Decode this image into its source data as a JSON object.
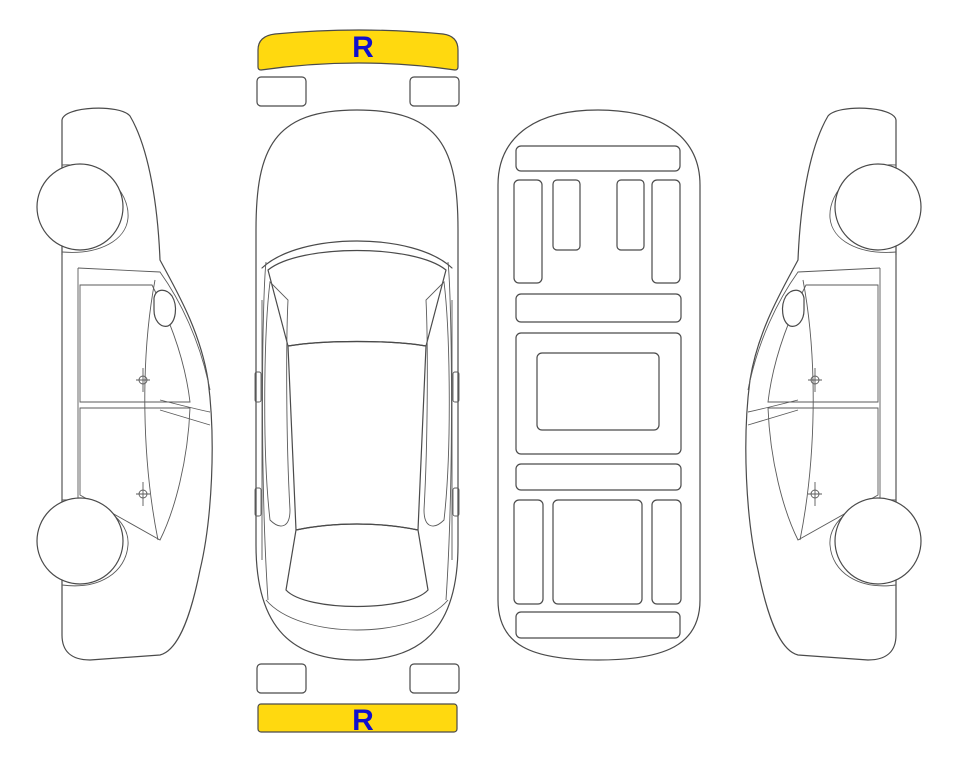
{
  "front_bumper": {
    "label": "R",
    "highlight_color": "#FFD90F",
    "label_color": "#1010CC"
  },
  "rear_bumper": {
    "label": "R",
    "highlight_color": "#FFD90F",
    "label_color": "#1010CC"
  },
  "parts": {
    "left_side_view": "left-side-view",
    "top_view": "top-view",
    "underbody_view": "underbody-view",
    "right_side_view": "right-side-view"
  }
}
